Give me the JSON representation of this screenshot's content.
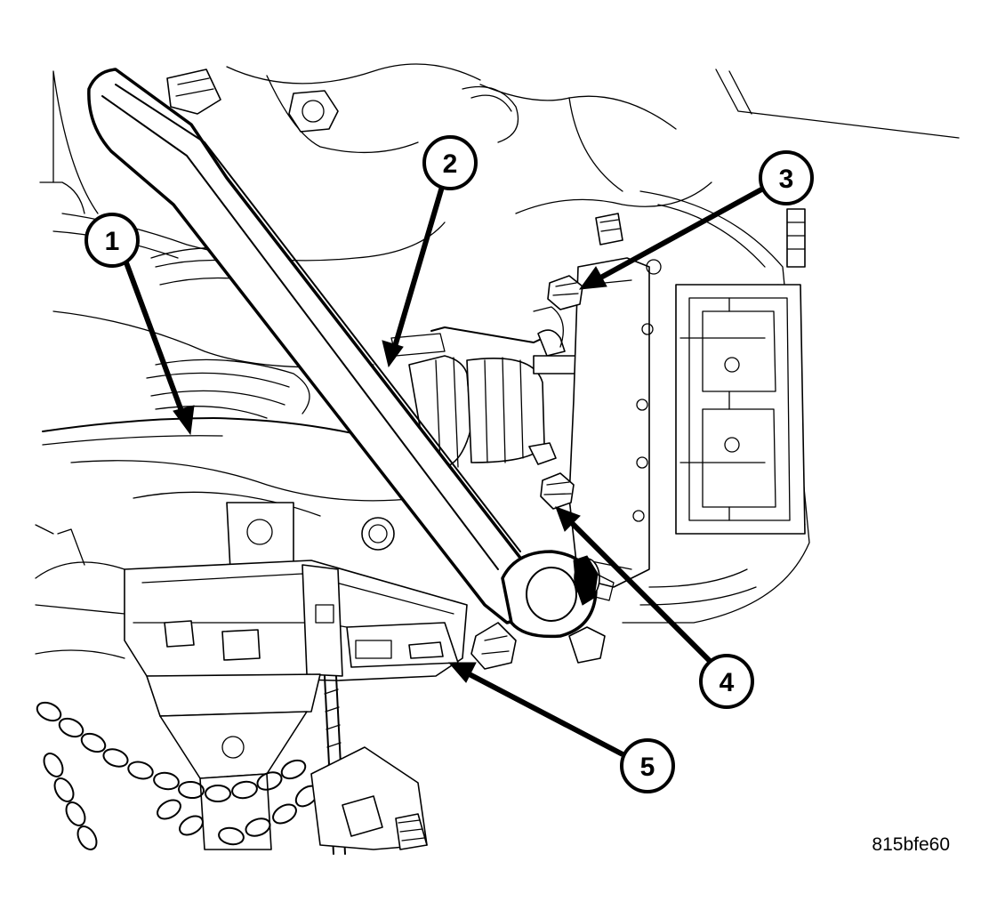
{
  "figure_id": "815bfe60",
  "callouts": [
    {
      "label": "1"
    },
    {
      "label": "2"
    },
    {
      "label": "3"
    },
    {
      "label": "4"
    },
    {
      "label": "5"
    }
  ]
}
